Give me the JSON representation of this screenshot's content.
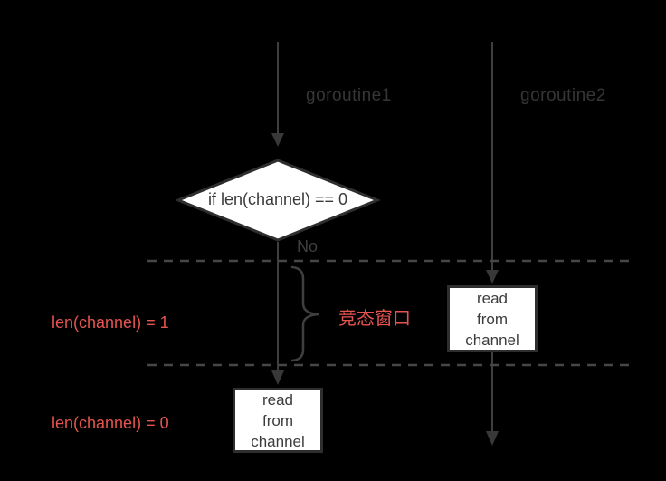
{
  "colors": {
    "background": "#000000",
    "line_gray": "#3f3f3f",
    "lane_label_gray": "#363636",
    "accent_red": "#e65450",
    "node_fill": "#ffffff",
    "node_border": "#2e2e2e",
    "node_text": "#3c3c3c"
  },
  "lanes": {
    "goroutine1": "goroutine1",
    "goroutine2": "goroutine2"
  },
  "decision": {
    "label": "if len(channel) == 0",
    "branch_label": "No"
  },
  "annotations": {
    "race_window": "竞态窗口",
    "state_top": "len(channel) = 1",
    "state_bottom": "len(channel) = 0"
  },
  "nodes": {
    "read_goroutine2": {
      "lines": [
        "read",
        "from",
        "channel"
      ]
    },
    "read_goroutine1": {
      "lines": [
        "read",
        "from",
        "channel"
      ]
    }
  }
}
